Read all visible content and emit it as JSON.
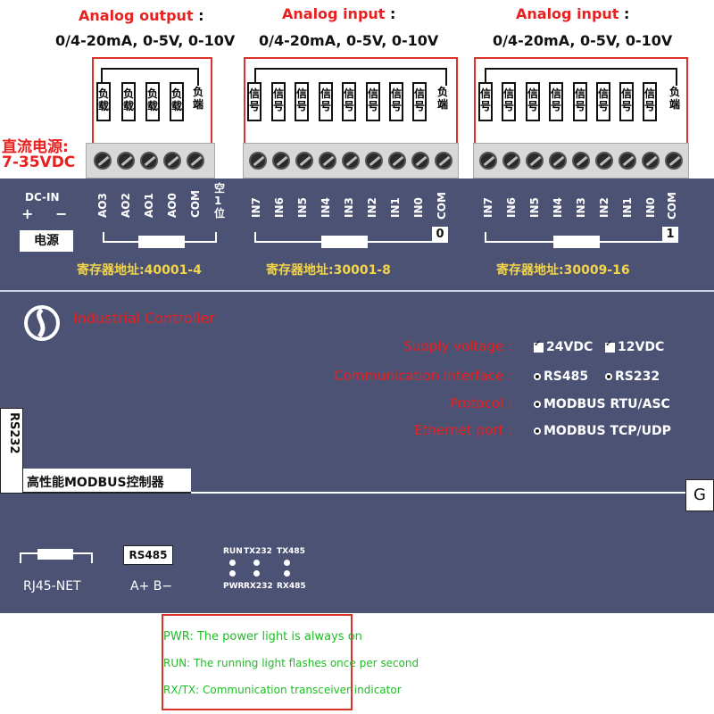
{
  "colors": {
    "panel": "#4b5274",
    "red_label": "#e8201f",
    "register": "#f2d54a",
    "legend_text": "#1fbd26"
  },
  "headers": [
    {
      "title": "Analog output",
      "suffix": ":",
      "range": "0/4-20mA, 0-5V, 0-10V"
    },
    {
      "title": "Analog input",
      "suffix": ":",
      "range": "0/4-20mA, 0-5V, 0-10V"
    },
    {
      "title": "Analog input",
      "suffix": ":",
      "range": "0/4-20mA, 0-5V, 0-10V"
    }
  ],
  "power": {
    "title": "直流电源:",
    "voltage": "7-35VDC"
  },
  "groups": {
    "output": {
      "loads": [
        "负载",
        "负载",
        "负载",
        "负载"
      ],
      "end": "负端"
    },
    "input1": {
      "signals": [
        "信号",
        "信号",
        "信号",
        "信号",
        "信号",
        "信号",
        "信号",
        "信号"
      ],
      "end": "负端"
    },
    "input2": {
      "signals": [
        "信号",
        "信号",
        "信号",
        "信号",
        "信号",
        "信号",
        "信号",
        "信号"
      ],
      "end": "负端"
    }
  },
  "terminals": {
    "power": {
      "dcin": "DC-IN",
      "plus": "+",
      "minus": "−",
      "label": "电源"
    },
    "output": [
      "AO3",
      "AO2",
      "AO1",
      "AO0",
      "COM"
    ],
    "spare": "空1位",
    "input1": [
      "IN7",
      "IN6",
      "IN5",
      "IN4",
      "IN3",
      "IN2",
      "IN1",
      "IN0",
      "COM"
    ],
    "input2": [
      "IN7",
      "IN6",
      "IN5",
      "IN4",
      "IN3",
      "IN2",
      "IN1",
      "IN0",
      "COM"
    ],
    "group_no": [
      "0",
      "1"
    ],
    "registers": [
      "寄存器地址:40001-4",
      "寄存器地址:30001-8",
      "寄存器地址:30009-16"
    ]
  },
  "brand": {
    "title": "Industrial Controller",
    "logo_icon": "swirl-logo-icon"
  },
  "specs": [
    {
      "label": "Supply voltage :",
      "options": [
        {
          "kind": "check",
          "text": "24VDC"
        },
        {
          "kind": "check",
          "text": "12VDC"
        }
      ]
    },
    {
      "label": "Communication Interface :",
      "options": [
        {
          "kind": "dot",
          "text": "RS485"
        },
        {
          "kind": "dot",
          "text": "RS232"
        }
      ]
    },
    {
      "label": "Protocol :",
      "options": [
        {
          "kind": "dot",
          "text": "MODBUS RTU/ASC"
        }
      ]
    },
    {
      "label": "Ethernet port :",
      "options": [
        {
          "kind": "dot",
          "text": "MODBUS TCP/UDP"
        }
      ]
    }
  ],
  "rs232": "RS232",
  "model": "高性能MODBUS控制器",
  "g_label": "G",
  "ports": {
    "rj45": "RJ45-NET",
    "rs485": "RS485",
    "rs485_pins": "A+ B−"
  },
  "leds": {
    "top": [
      "RUN",
      "TX232",
      "TX485"
    ],
    "bottom": [
      "PWR",
      "RX232",
      "RX485"
    ]
  },
  "legend": [
    "PWR: The power light is always on",
    "RUN: The running light flashes once per second",
    "RX/TX: Communication transceiver indicator"
  ]
}
